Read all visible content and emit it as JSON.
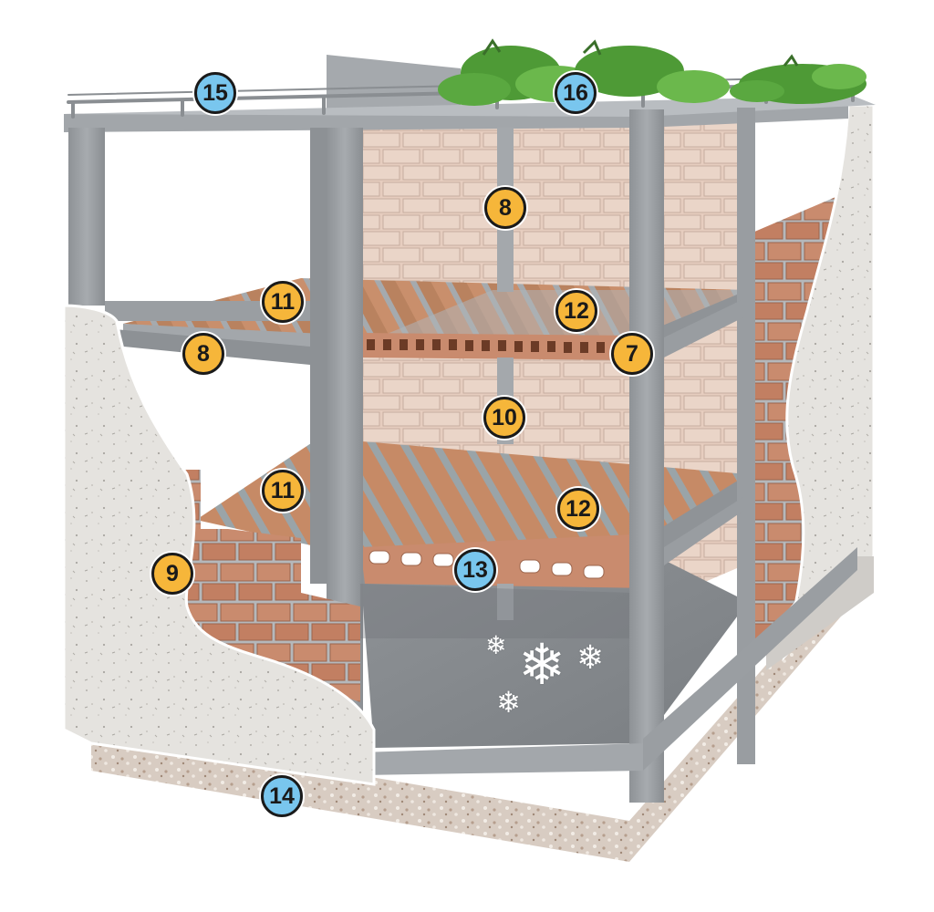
{
  "diagram": {
    "markers": [
      {
        "id": "m15",
        "label": "15",
        "kind": "blue"
      },
      {
        "id": "m16",
        "label": "16",
        "kind": "blue"
      },
      {
        "id": "m8a",
        "label": "8",
        "kind": "gold"
      },
      {
        "id": "m11a",
        "label": "11",
        "kind": "gold"
      },
      {
        "id": "m12a",
        "label": "12",
        "kind": "gold"
      },
      {
        "id": "m8b",
        "label": "8",
        "kind": "gold"
      },
      {
        "id": "m7",
        "label": "7",
        "kind": "gold"
      },
      {
        "id": "m10",
        "label": "10",
        "kind": "gold"
      },
      {
        "id": "m11b",
        "label": "11",
        "kind": "gold"
      },
      {
        "id": "m12b",
        "label": "12",
        "kind": "gold"
      },
      {
        "id": "m9",
        "label": "9",
        "kind": "gold"
      },
      {
        "id": "m13",
        "label": "13",
        "kind": "blue"
      },
      {
        "id": "m14",
        "label": "14",
        "kind": "blue"
      }
    ],
    "colors": {
      "concrete": "#9ea3a7",
      "concrete_dark": "#7d8287",
      "infill_wall": "#e3c9bb",
      "brick": "#c98b6e",
      "plaster": "#e8e6e2",
      "gravel": "#d9cfc6",
      "greenery": "#5aa840",
      "marker_gold": "#f6b63a",
      "marker_blue": "#79c6ee"
    },
    "icons": [
      "snowflake-icon",
      "greenery-icon",
      "railing-icon"
    ]
  }
}
